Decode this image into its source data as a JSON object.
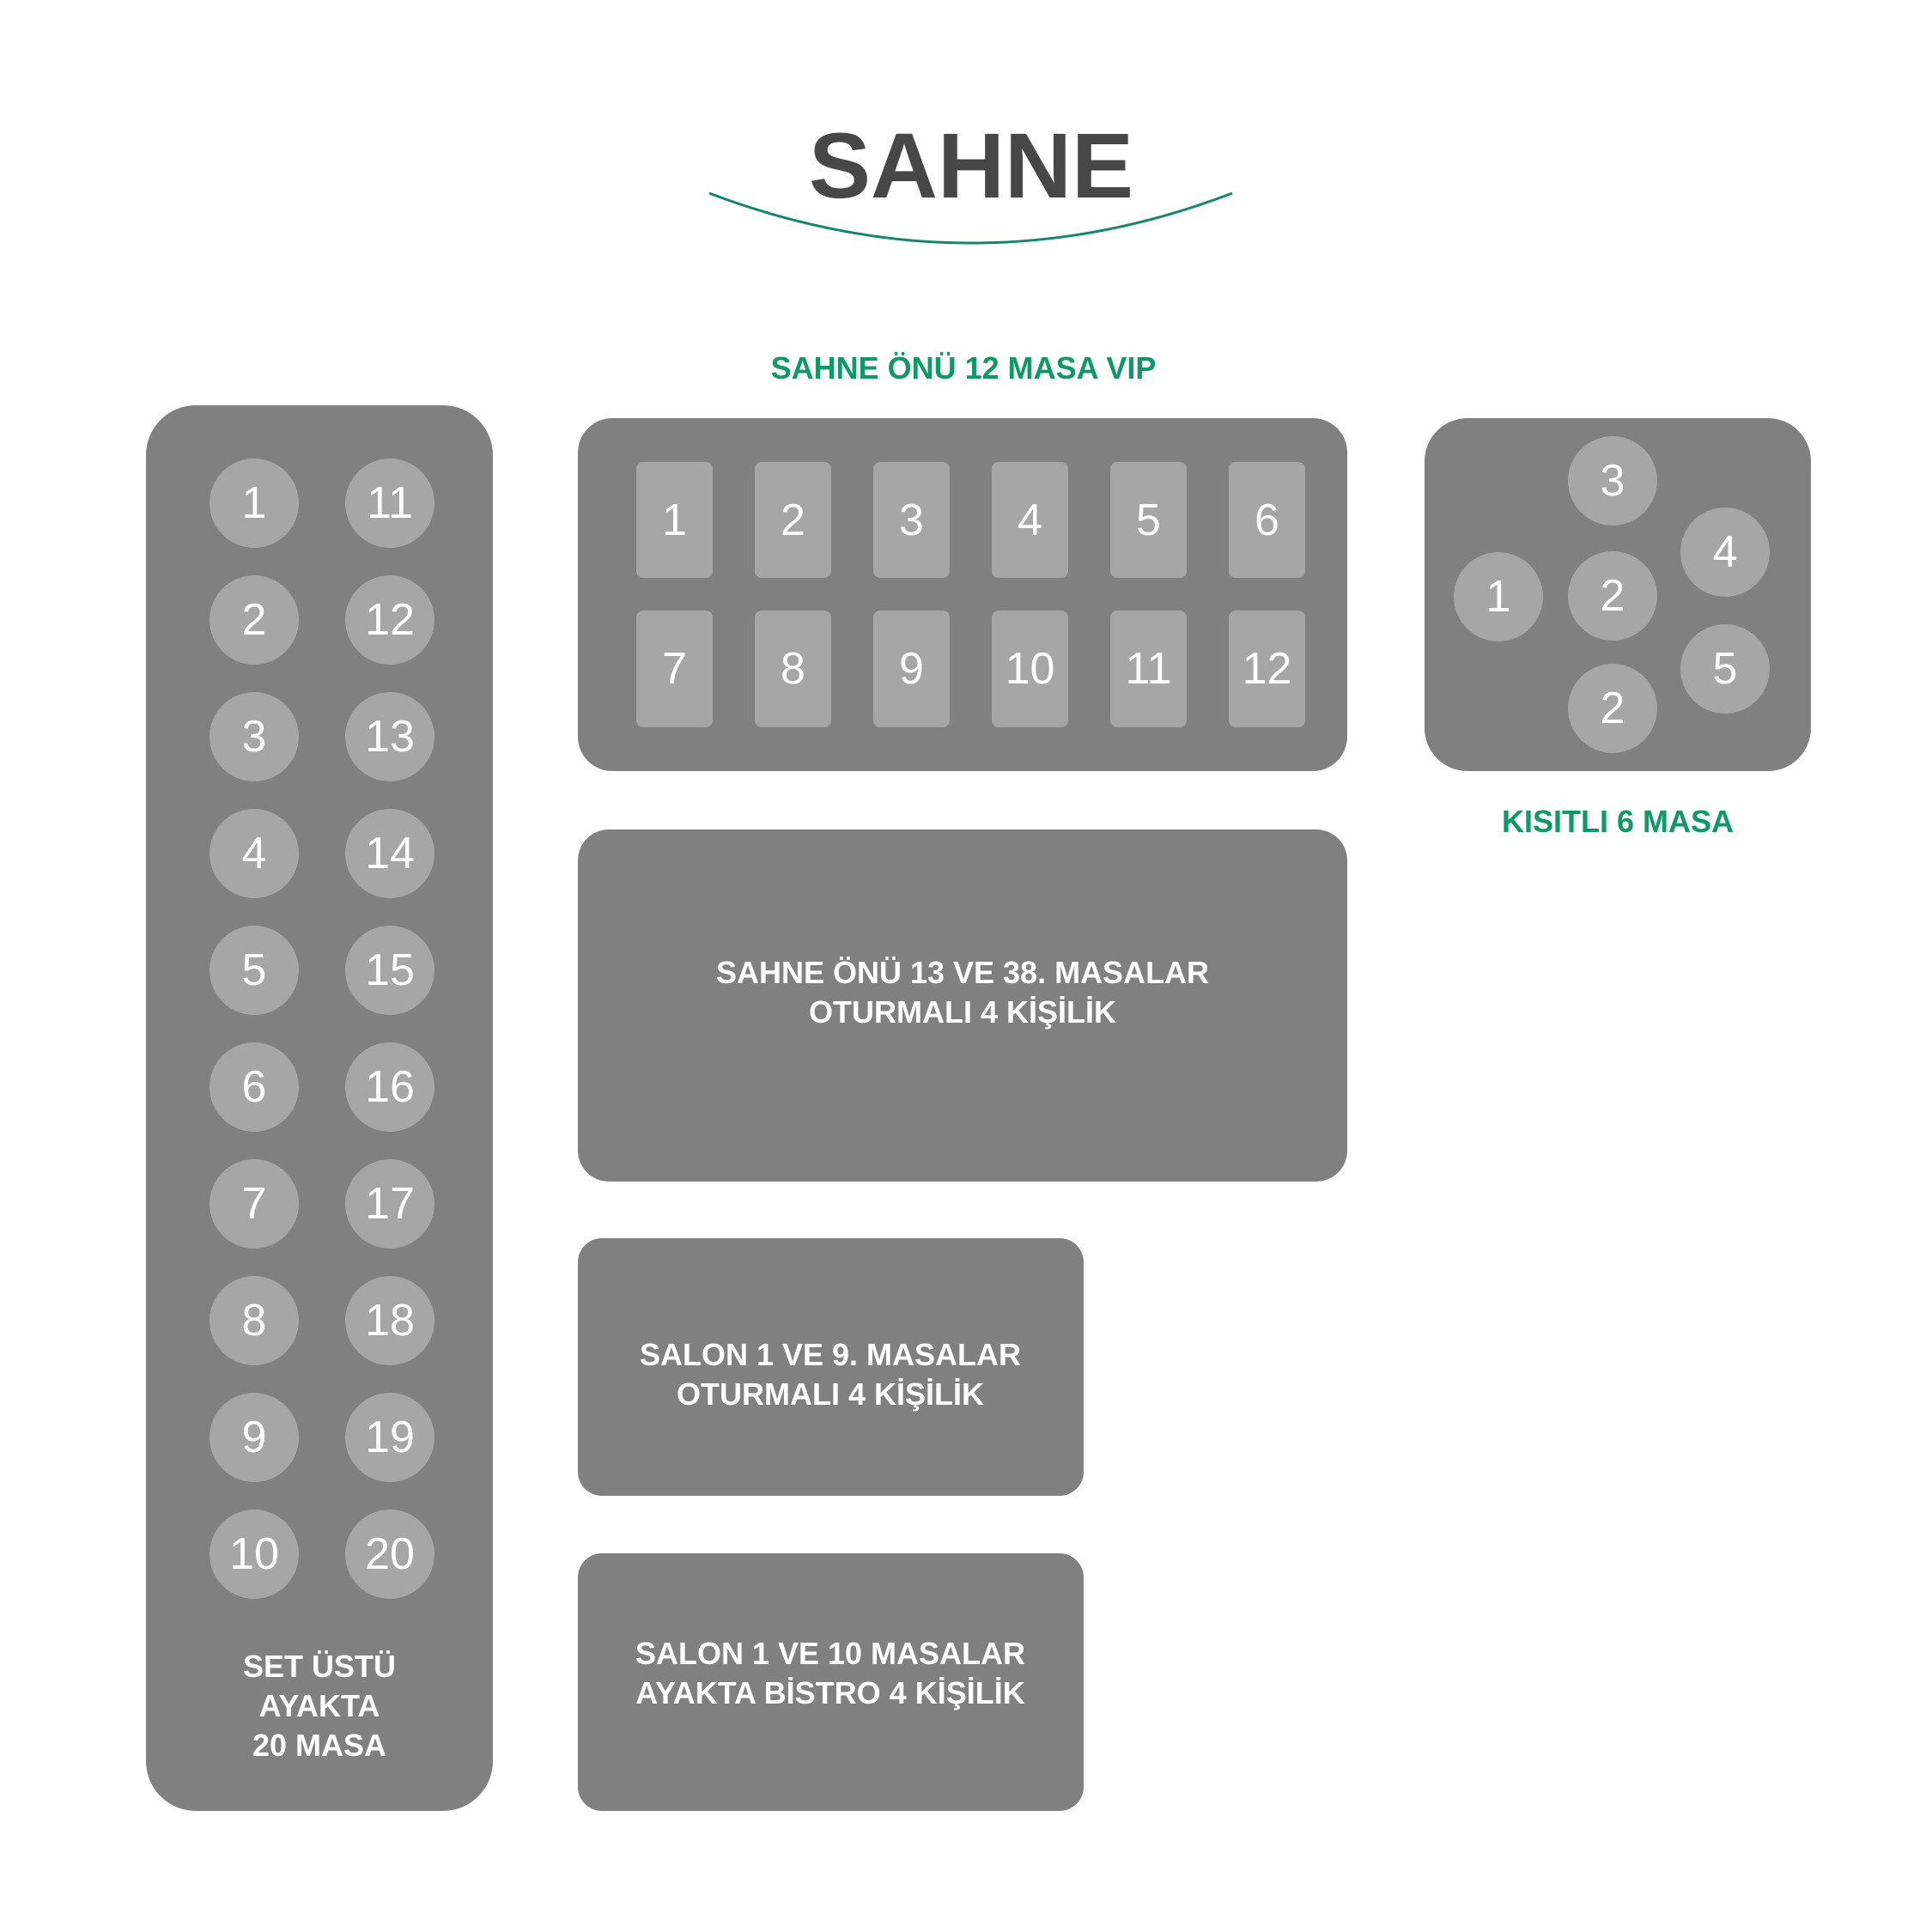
{
  "stage": {
    "title": "SAHNE",
    "arc_color": "#13876a"
  },
  "colors": {
    "panel": "#808080",
    "table": "#a6a6a6",
    "accent_green": "#0e9a66"
  },
  "standing_section": {
    "tables": [
      "1",
      "2",
      "3",
      "4",
      "5",
      "6",
      "7",
      "8",
      "9",
      "10",
      "11",
      "12",
      "13",
      "14",
      "15",
      "16",
      "17",
      "18",
      "19",
      "20"
    ],
    "label_lines": [
      "SET ÜSTÜ",
      "AYAKTA",
      "20 MASA"
    ]
  },
  "vip_section": {
    "label": "SAHNE ÖNÜ 12 MASA VIP",
    "tables": [
      "1",
      "2",
      "3",
      "4",
      "5",
      "6",
      "7",
      "8",
      "9",
      "10",
      "11",
      "12"
    ]
  },
  "restricted_section": {
    "label": "KISITLI 6 MASA",
    "tables": [
      "3",
      "4",
      "1",
      "2",
      "5",
      "2"
    ]
  },
  "blocks": [
    {
      "lines": [
        "SAHNE ÖNÜ 13 VE 38. MASALAR",
        "OTURMALI 4 KİŞİLİK"
      ]
    },
    {
      "lines": [
        "SALON 1  VE 9. MASALAR",
        "OTURMALI 4 KİŞİLİK"
      ]
    },
    {
      "lines": [
        "SALON 1  VE  10 MASALAR",
        "AYAKTA BİSTRO 4 KİŞİLİK"
      ]
    }
  ]
}
